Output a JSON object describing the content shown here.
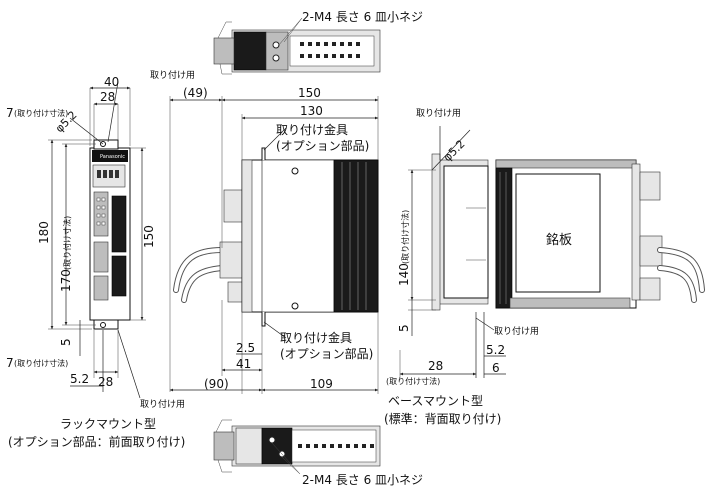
{
  "top_view_callout": "2-M4 長さ 6 皿小ネジ",
  "bottom_view_callout": "2-M4 長さ 6 皿小ネジ",
  "rack_mount": {
    "title": "ラックマウント型",
    "subtitle": "(オプション部品：前面取り付け)",
    "label_mount_top": "取り付け用",
    "label_mount_bottom": "取り付け用",
    "brand": "Panasonic",
    "dims": {
      "d40": "40",
      "d28_top": "28",
      "d7_top": "7",
      "d7_top_note": "(取り付け寸法)",
      "hole": "φ5.2",
      "d180": "180",
      "d170": "170",
      "d170_note": "(取り付け寸法)",
      "d150": "150",
      "d5": "5",
      "d7_bottom": "7",
      "d7_bottom_note": "(取り付け寸法)",
      "d5_2": "5.2",
      "d28_bottom": "28"
    }
  },
  "side_view": {
    "bracket_top_1": "取り付け金具",
    "bracket_top_2": "(オプション部品)",
    "bracket_bottom_1": "取り付け金具",
    "bracket_bottom_2": "(オプション部品)",
    "dims": {
      "d49": "(49)",
      "d150": "150",
      "d130": "130",
      "d2_5": "2.5",
      "d41": "41",
      "d90": "(90)",
      "d109": "109"
    }
  },
  "base_mount": {
    "title": "ベースマウント型",
    "subtitle": "(標準：背面取り付け)",
    "label_mount_top": "取り付け用",
    "label_mount_bottom": "取り付け用",
    "nameplate": "銘板",
    "dims": {
      "hole": "φ5.2",
      "d140": "140",
      "d140_note": "(取り付け寸法)",
      "d5": "5",
      "d5_2": "5.2",
      "d28": "28",
      "d28_note": "(取り付け寸法)",
      "d6": "6"
    }
  }
}
